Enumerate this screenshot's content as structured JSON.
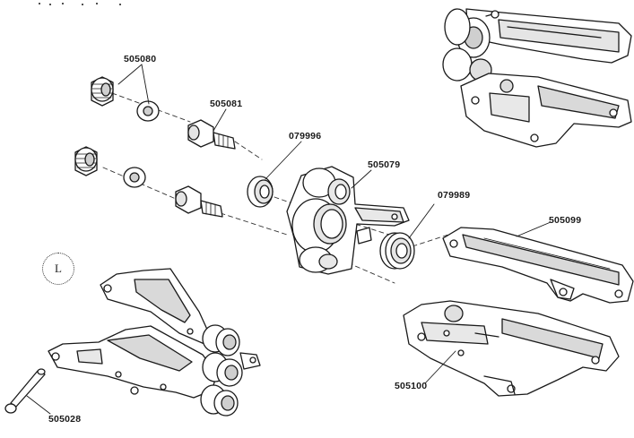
{
  "diagram": {
    "part_labels": {
      "p505080": "505080",
      "p505081": "505081",
      "p079996": "079996",
      "p505079": "505079",
      "p079989": "079989",
      "p505099": "505099",
      "p505100": "505100",
      "p505028": "505028"
    },
    "side_marker": "L",
    "colors": {
      "line": "#1a1a1a",
      "fill": "#ffffff",
      "shade": "#d9d9d9"
    }
  }
}
